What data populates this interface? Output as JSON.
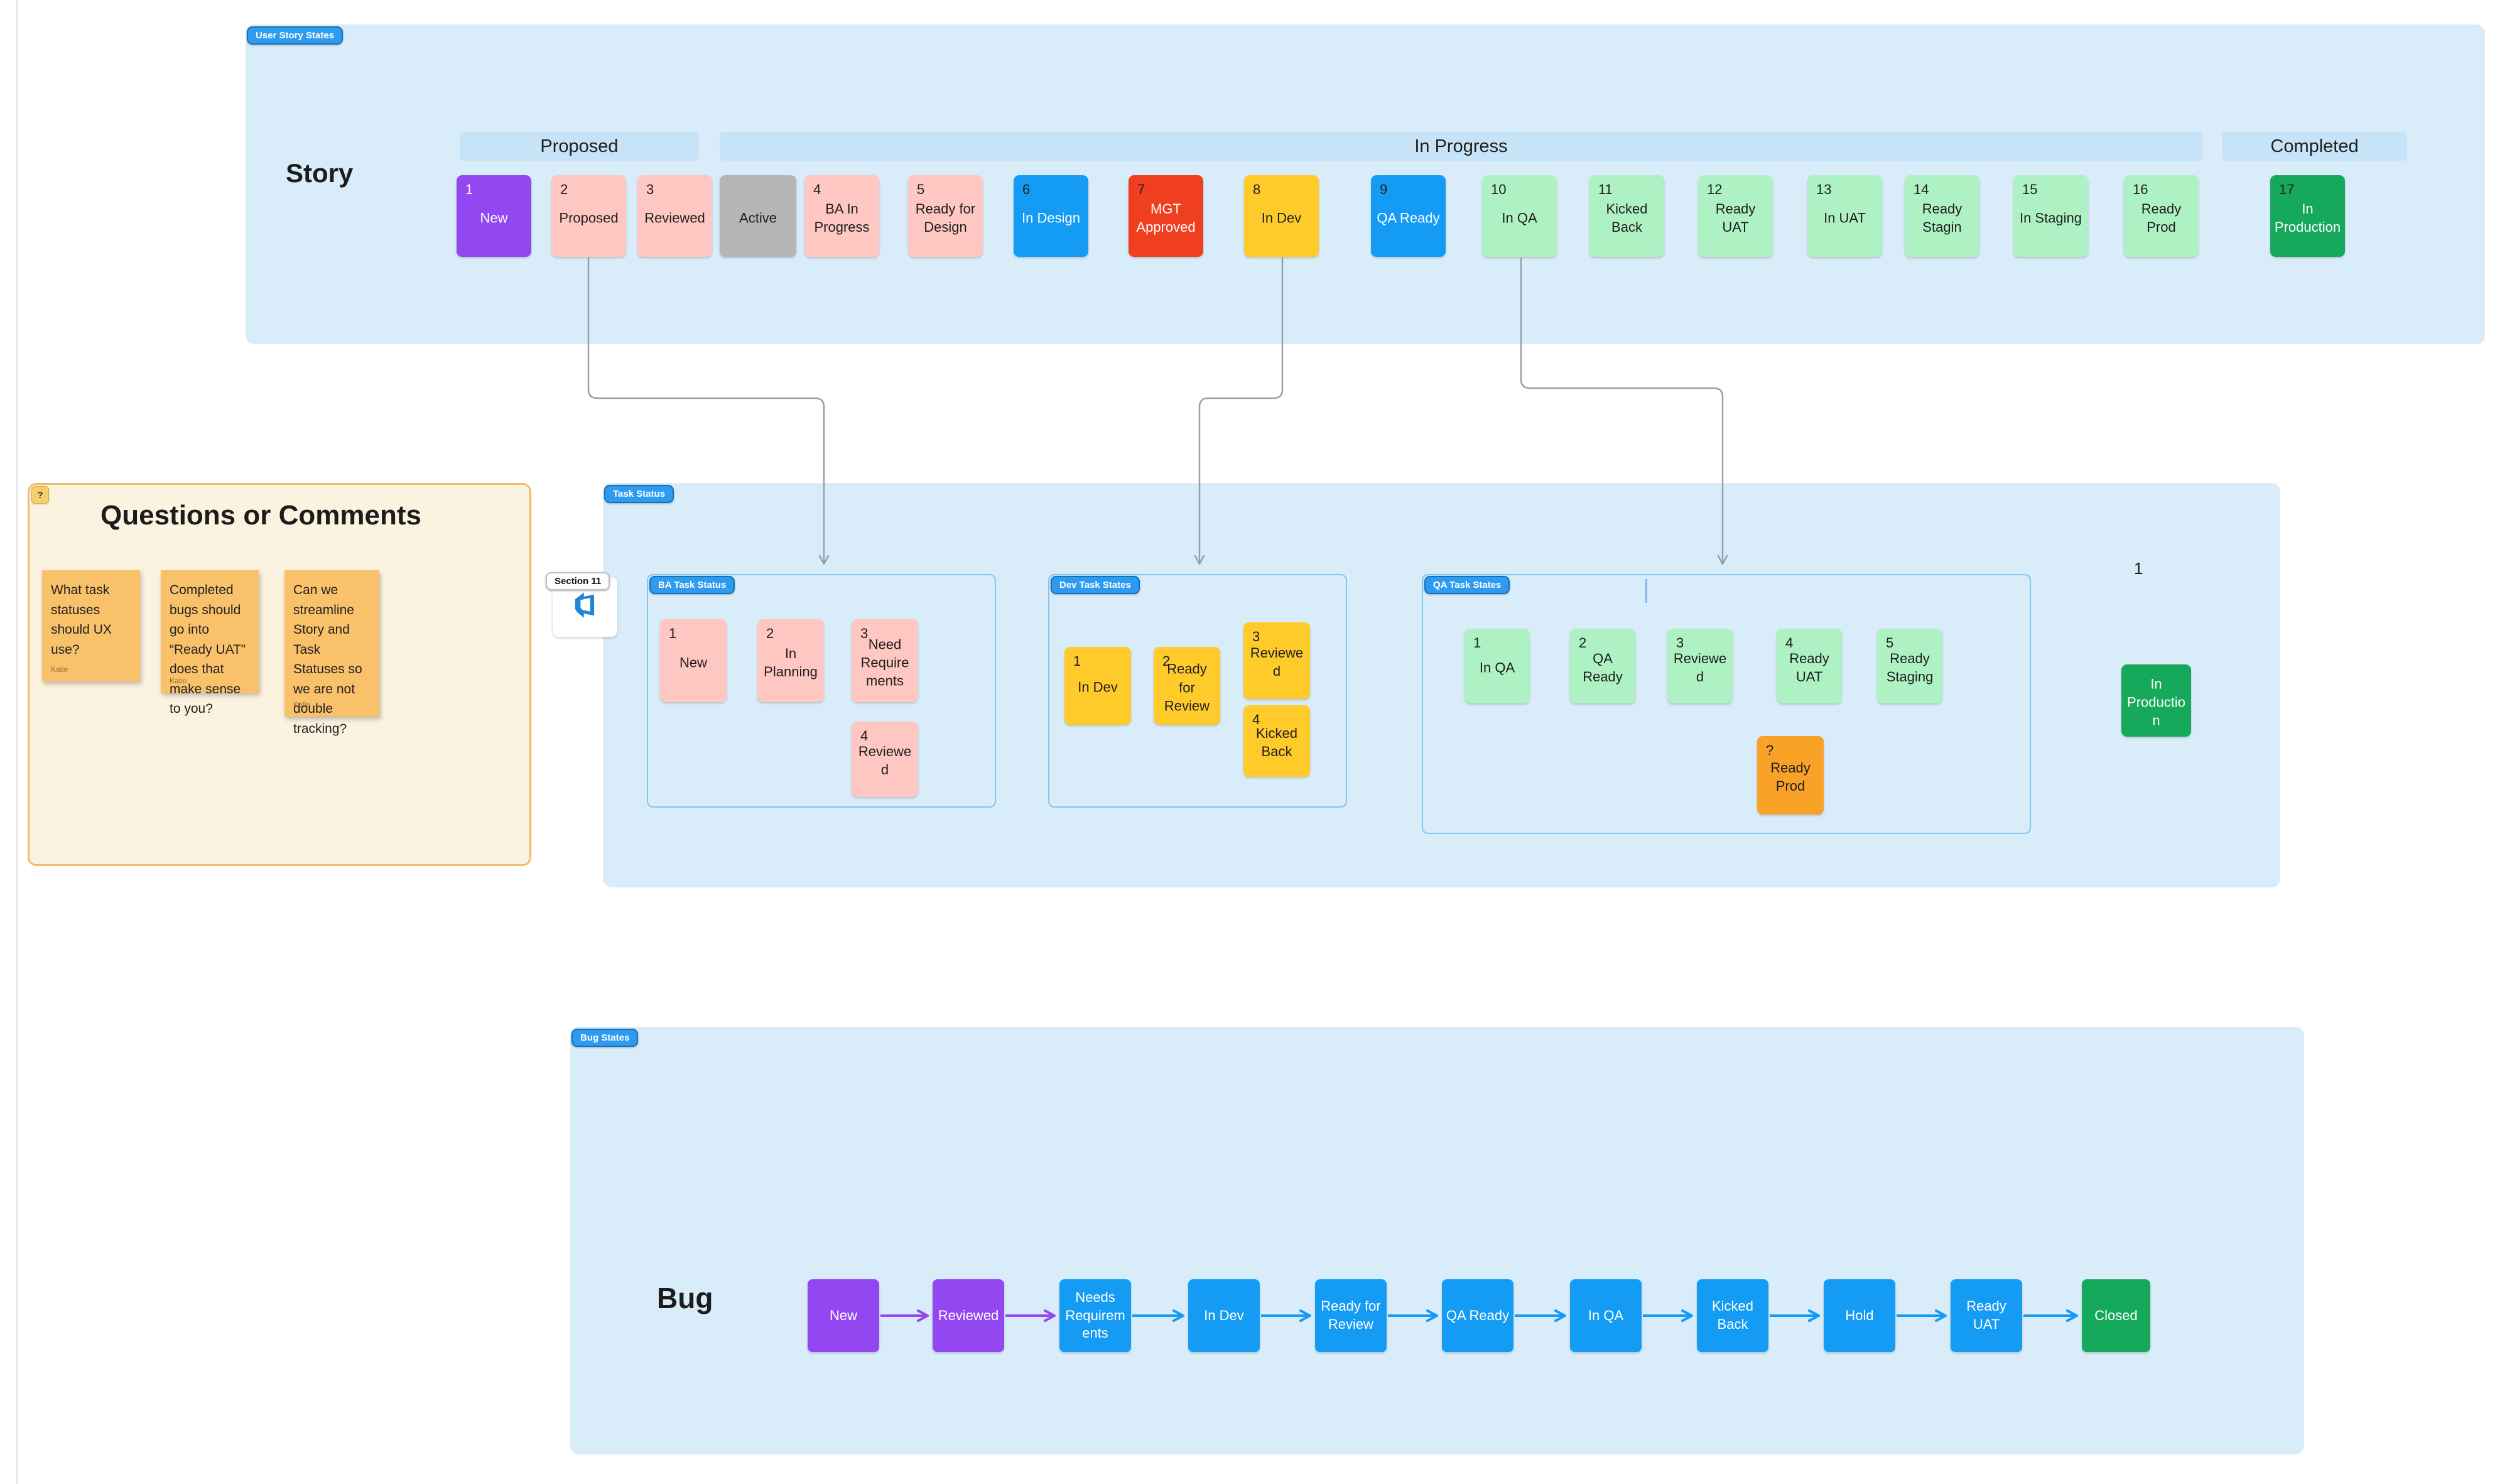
{
  "colors": {
    "section_fill": "#D9ECFA",
    "lane_fill": "#C6E3F7",
    "pill_blue": "#2E9BF0",
    "pill_border": "#1272B8",
    "purple": "#9247F0",
    "pink": "#FFC7C2",
    "gray": "#B5B5B5",
    "blue": "#149BF3",
    "red": "#F03E20",
    "yellow": "#FFCB2B",
    "light_green": "#AEF2C4",
    "green": "#17A95B",
    "orange": "#F9A228",
    "sticky_orange": "#F9C169",
    "questions_fill": "#FCF2E0",
    "questions_border": "#F2BC66",
    "connector_gray": "#98A1A8"
  },
  "story_section": {
    "label": "User Story States",
    "title": "Story",
    "lanes": [
      "Proposed",
      "In Progress",
      "Completed"
    ],
    "cards": [
      {
        "num": "1",
        "label": "New"
      },
      {
        "num": "2",
        "label": "Proposed"
      },
      {
        "num": "3",
        "label": "Reviewed"
      },
      {
        "num": "",
        "label": "Active"
      },
      {
        "num": "4",
        "label": "BA In Progress"
      },
      {
        "num": "5",
        "label": "Ready for Design"
      },
      {
        "num": "6",
        "label": "In Design"
      },
      {
        "num": "7",
        "label": "MGT Approved"
      },
      {
        "num": "8",
        "label": "In Dev"
      },
      {
        "num": "9",
        "label": "QA Ready"
      },
      {
        "num": "10",
        "label": "In QA"
      },
      {
        "num": "11",
        "label": "Kicked Back"
      },
      {
        "num": "12",
        "label": "Ready UAT"
      },
      {
        "num": "13",
        "label": "In UAT"
      },
      {
        "num": "14",
        "label": "Ready Stagin"
      },
      {
        "num": "15",
        "label": "In Staging"
      },
      {
        "num": "16",
        "label": "Ready Prod"
      },
      {
        "num": "17",
        "label": "In Production"
      }
    ]
  },
  "questions_section": {
    "badge": "?",
    "title": "Questions or Comments",
    "notes": [
      {
        "text": "What task statuses should UX use?",
        "author": "Katie"
      },
      {
        "text": "Completed bugs should go into “Ready UAT” does that make sense to you?",
        "author": "Katie"
      },
      {
        "text": "Can we streamline Story and Task Statuses so we are not double tracking?",
        "author": "Katie"
      }
    ]
  },
  "task_section": {
    "label": "Task Status",
    "section_tag": "Section 11",
    "floating_number": "1",
    "groups": [
      {
        "label": "BA Task Status",
        "cards": [
          {
            "num": "1",
            "label": "New"
          },
          {
            "num": "2",
            "label": "In Planning"
          },
          {
            "num": "3",
            "label": "Need Requirements"
          },
          {
            "num": "4",
            "label": "Reviewed"
          }
        ]
      },
      {
        "label": "Dev Task States",
        "cards": [
          {
            "num": "1",
            "label": "In Dev"
          },
          {
            "num": "2",
            "label": "Ready for Review"
          },
          {
            "num": "3",
            "label": "Reviewed"
          },
          {
            "num": "4",
            "label": "Kicked Back"
          }
        ]
      },
      {
        "label": "QA Task States",
        "cards": [
          {
            "num": "1",
            "label": "In QA"
          },
          {
            "num": "2",
            "label": "QA Ready"
          },
          {
            "num": "3",
            "label": "Reviewed"
          },
          {
            "num": "4",
            "label": "Ready UAT"
          },
          {
            "num": "5",
            "label": "Ready Staging"
          },
          {
            "num": "?",
            "label": "Ready Prod"
          }
        ]
      }
    ],
    "production_card": {
      "label": "In Production"
    }
  },
  "bug_section": {
    "label": "Bug States",
    "title": "Bug",
    "cards": [
      {
        "label": "New"
      },
      {
        "label": "Reviewed"
      },
      {
        "label": "Needs Requirements"
      },
      {
        "label": "In Dev"
      },
      {
        "label": "Ready for Review"
      },
      {
        "label": "QA Ready"
      },
      {
        "label": "In QA"
      },
      {
        "label": "Kicked Back"
      },
      {
        "label": "Hold"
      },
      {
        "label": "Ready UAT"
      },
      {
        "label": "Closed"
      }
    ]
  }
}
